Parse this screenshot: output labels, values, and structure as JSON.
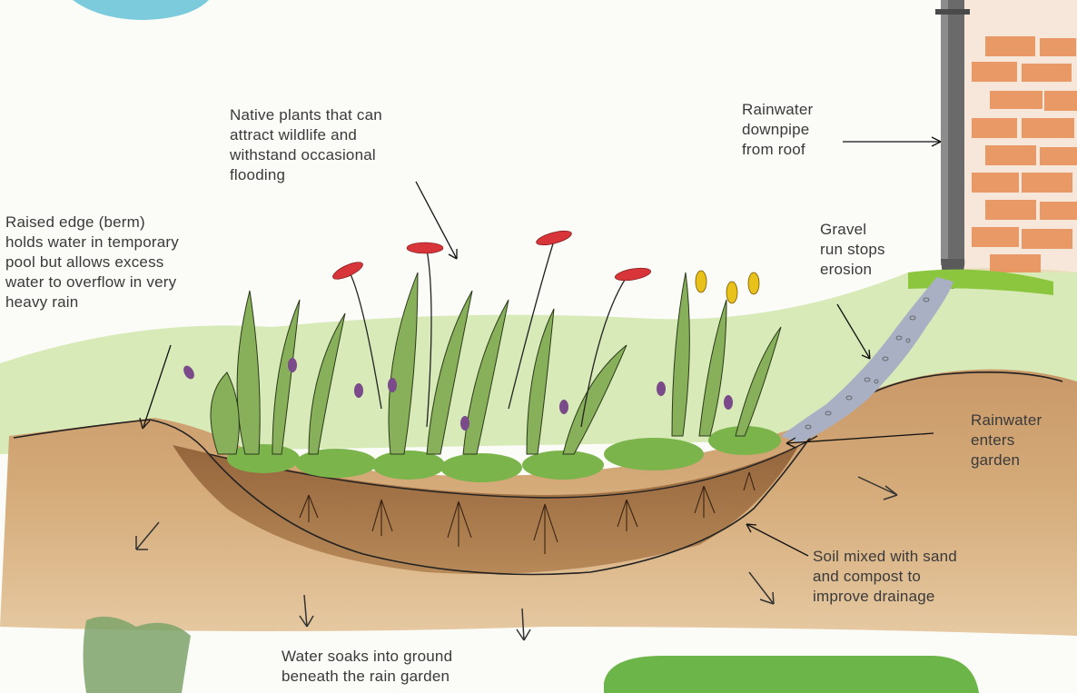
{
  "labels": {
    "berm": "Raised edge (berm)\nholds water in temporary\npool but allows excess\nwater to overflow in very\nheavy rain",
    "native_plants": "Native plants that can\nattract wildlife and\nwithstand occasional\nflooding",
    "downpipe": "Rainwater\ndownpipe\nfrom roof",
    "gravel": "Gravel\nrun stops\nerosion",
    "enters": "Rainwater\nenters\ngarden",
    "soil": "Soil mixed with sand\nand compost to\nimprove drainage",
    "soak": "Water soaks into ground\nbeneath the rain garden"
  },
  "colors": {
    "background": "#fbfbf8",
    "grass": "#8cc63f",
    "soil": "#b8804a",
    "soil_dark": "#7a4e2a",
    "brick": "#e8915a",
    "pipe": "#5a5a5a",
    "gravel": "#9aa4b8",
    "flower_red": "#d8353a",
    "iris_yellow": "#e8c21a",
    "lavender": "#7a4a8a",
    "leaf": "#6a9a4a",
    "text": "#3a3a3a",
    "badge_green": "#6cb548"
  }
}
